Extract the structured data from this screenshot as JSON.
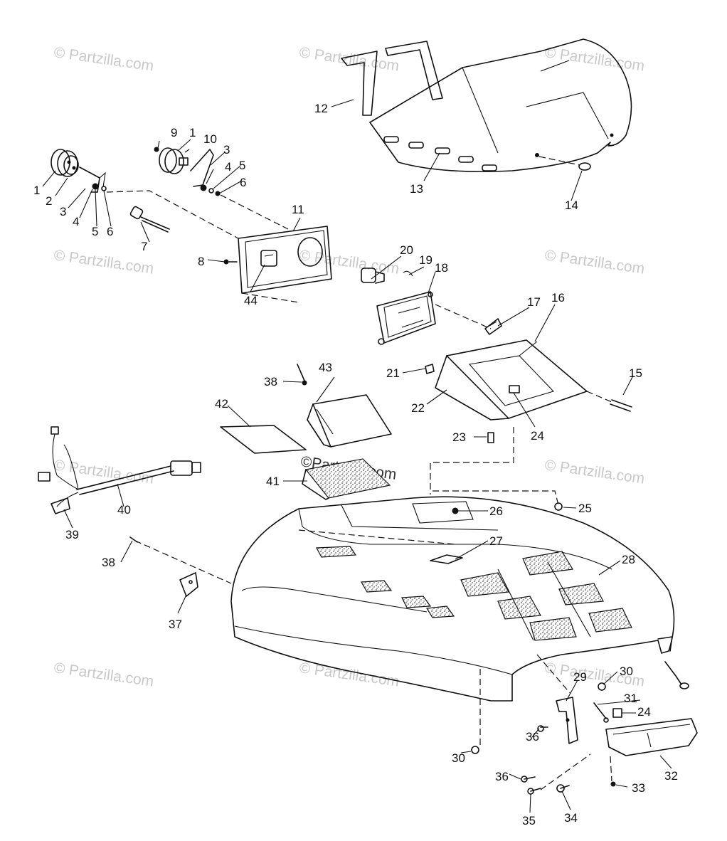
{
  "watermark": {
    "text": "© Partzilla.com",
    "center_text": "©Partzilla.com"
  },
  "callouts": [
    "1",
    "2",
    "3",
    "4",
    "5",
    "6",
    "9",
    "1",
    "10",
    "3",
    "4",
    "5",
    "6",
    "7",
    "8",
    "11",
    "44",
    "12",
    "13",
    "14",
    "20",
    "19",
    "18",
    "17",
    "16",
    "15",
    "21",
    "22",
    "23",
    "24",
    "38",
    "43",
    "42",
    "41",
    "40",
    "39",
    "25",
    "26",
    "27",
    "28",
    "38",
    "37",
    "29",
    "30",
    "31",
    "24",
    "36",
    "30",
    "36",
    "35",
    "34",
    "33",
    "32"
  ]
}
